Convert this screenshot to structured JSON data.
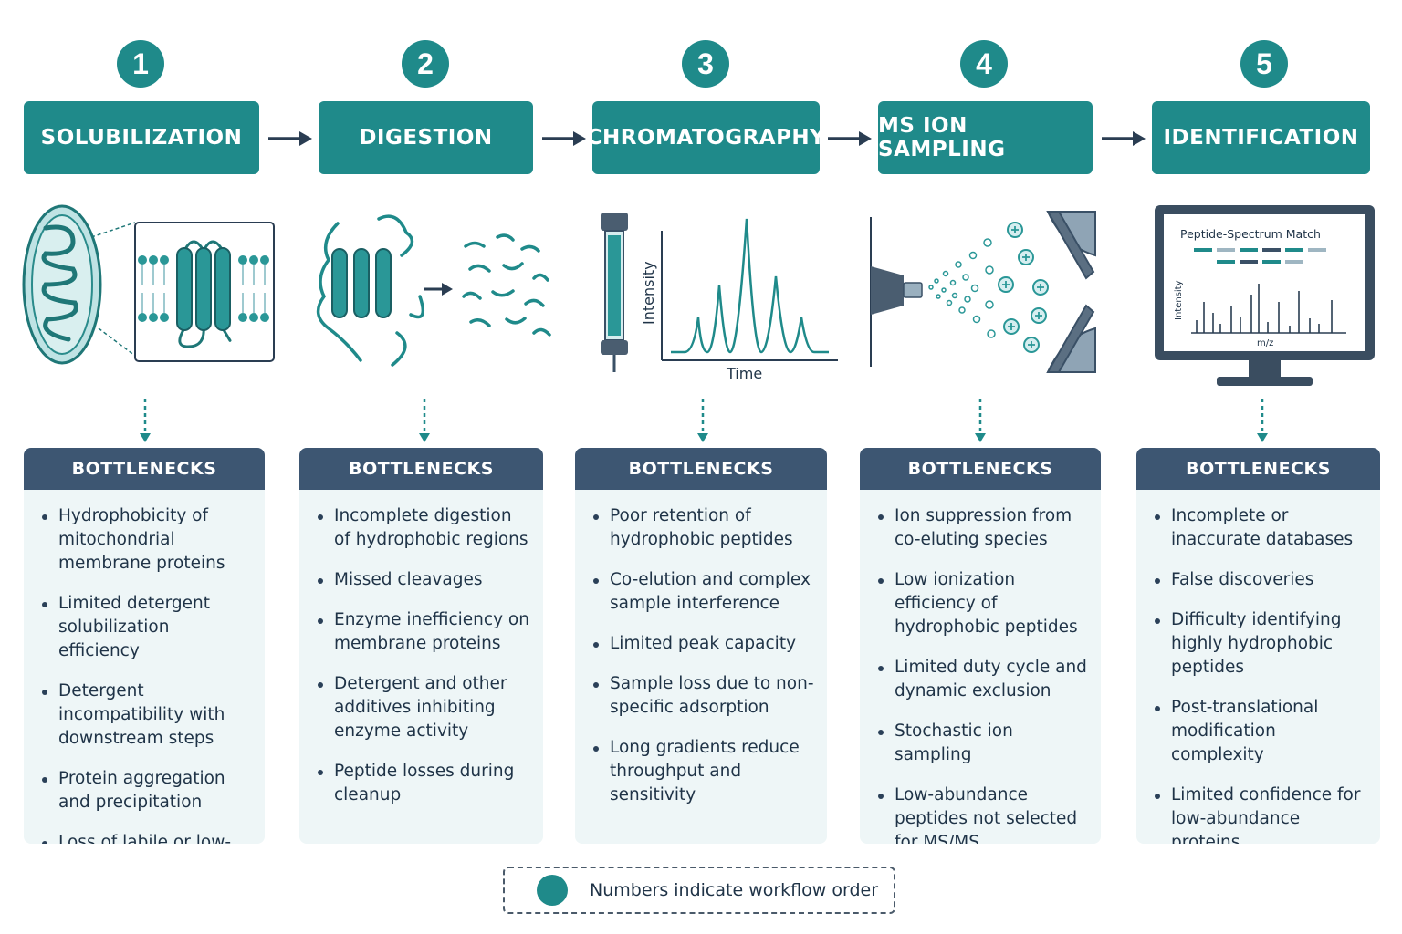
{
  "steps": [
    {
      "number": "1",
      "title": "SOLUBILIZATION"
    },
    {
      "number": "2",
      "title": "DIGESTION"
    },
    {
      "number": "3",
      "title": "CHROMATOGRAPHY"
    },
    {
      "number": "4",
      "title": "MS ION SAMPLING"
    },
    {
      "number": "5",
      "title": "IDENTIFICATION"
    }
  ],
  "bottlenecks_header": "BOTTLENECKS",
  "bottlenecks": [
    [
      "Hydrophobicity of mitochondrial membrane proteins",
      "Limited detergent solubilization efficiency",
      "Detergent incompatibility with downstream steps",
      "Protein aggregation and precipitation",
      "Loss of labile or low-abundance proteins"
    ],
    [
      "Incomplete digestion of hydrophobic regions",
      "Missed cleavages",
      "Enzyme inefficiency on membrane proteins",
      "Detergent and other additives inhibiting enzyme activity",
      "Peptide losses during cleanup"
    ],
    [
      "Poor retention of hydrophobic peptides",
      "Co-elution and complex sample interference",
      "Limited peak capacity",
      "Sample loss due to non-specific adsorption",
      "Long gradients reduce throughput and sensitivity"
    ],
    [
      "Ion suppression from co-eluting species",
      "Low ionization efficiency of hydrophobic peptides",
      "Limited duty cycle and dynamic exclusion",
      "Stochastic ion sampling",
      "Low-abundance peptides not selected for MS/MS"
    ],
    [
      "Incomplete or inaccurate databases",
      "False discoveries",
      "Difficulty identifying highly hydrophobic peptides",
      "Post-translational modification complexity",
      "Limited confidence for low-abundance proteins"
    ]
  ],
  "chromatogram": {
    "ylabel": "Intensity",
    "xlabel": "Time"
  },
  "psm": {
    "title": "Peptide-Spectrum Match",
    "ylabel": "Intensity",
    "xlabel": "m/z"
  },
  "legend": {
    "text": "Numbers indicate workflow order"
  },
  "colors": {
    "teal": "#1f8a8a",
    "navy": "#3d5672",
    "panel": "#eef6f7"
  }
}
